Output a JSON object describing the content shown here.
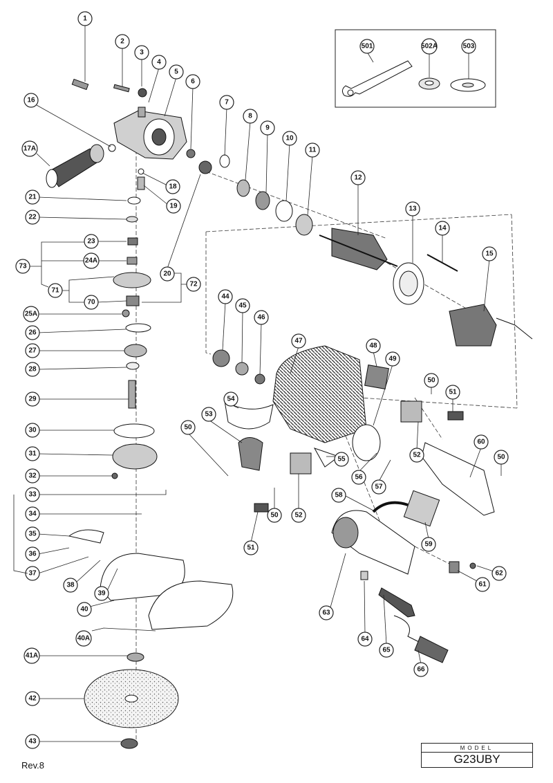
{
  "footer": {
    "revision": "Rev.8"
  },
  "model_box": {
    "label": "MODEL",
    "name": "G23UBY"
  },
  "accessory_box_parts": [
    "501",
    "502A",
    "503"
  ],
  "callouts": [
    "1",
    "2",
    "3",
    "4",
    "5",
    "6",
    "7",
    "8",
    "9",
    "10",
    "11",
    "12",
    "13",
    "14",
    "15",
    "16",
    "17A",
    "18",
    "19",
    "20",
    "21",
    "22",
    "23",
    "24A",
    "25A",
    "26",
    "27",
    "28",
    "29",
    "30",
    "31",
    "32",
    "33",
    "34",
    "35",
    "36",
    "37",
    "38",
    "39",
    "40",
    "40A",
    "41A",
    "42",
    "43",
    "44",
    "45",
    "46",
    "47",
    "48",
    "49",
    "50",
    "50",
    "50",
    "50",
    "51",
    "51",
    "52",
    "52",
    "53",
    "54",
    "55",
    "56",
    "57",
    "58",
    "59",
    "60",
    "61",
    "62",
    "63",
    "64",
    "65",
    "66",
    "70",
    "71",
    "72",
    "73"
  ]
}
